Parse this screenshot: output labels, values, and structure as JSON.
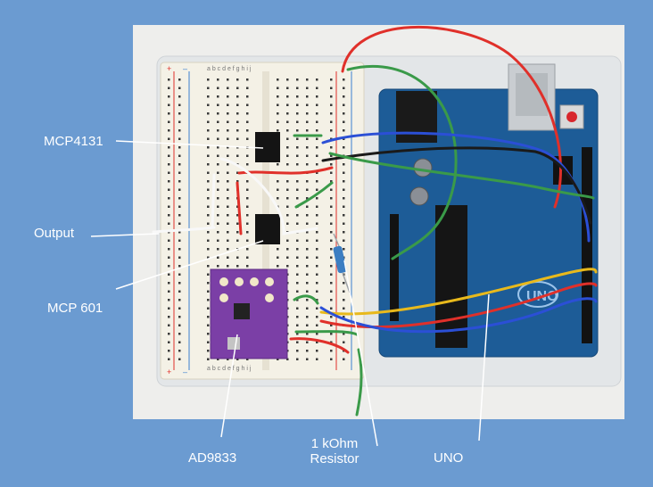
{
  "colors": {
    "background": "#6b9bd1",
    "photo": "#f0f0ee",
    "breadboard": "#f4f1e6",
    "arduino_board": "#1d5c97",
    "ad9833_module": "#7b3fa6",
    "callout_line": "#ffffff",
    "wire_red": "#e0302a",
    "wire_blue": "#2b4fd6",
    "wire_green": "#3a9a49",
    "wire_yellow": "#e8b91c",
    "wire_white": "#f8f8f8",
    "wire_black": "#1a1a1a"
  },
  "labels": {
    "mcp4131": "MCP4131",
    "output": "Output",
    "mcp601": "MCP 601",
    "ad9833": "AD9833",
    "resistor_line1": "1 kOhm",
    "resistor_line2": "Resistor",
    "uno": "UNO"
  },
  "board_print": {
    "arduino_logo": "UNO",
    "breadboard_top_cols": "a b c d e    f g h i j",
    "breadboard_bottom_cols": "a b c d e    f g h i j"
  }
}
